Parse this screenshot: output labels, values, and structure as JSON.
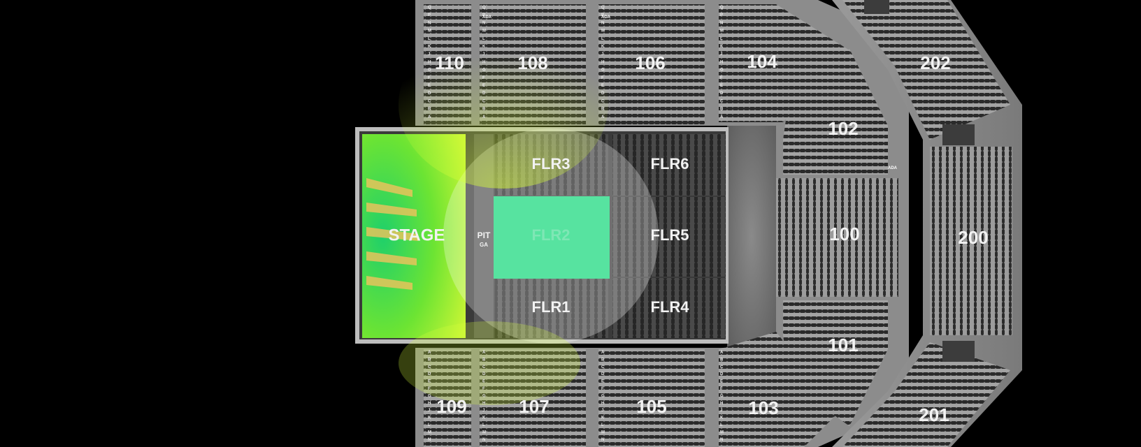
{
  "colors": {
    "background": "#000000",
    "concourse": "#8f8f8f",
    "seat_line": "#2b2b2b",
    "floor_bg": "#3a3a3a",
    "selected_section": "#57e3a0",
    "stage_glow": "#8cff2a",
    "label": "#f2f2f2"
  },
  "stage": {
    "label": "STAGE"
  },
  "pit": {
    "label": "PIT",
    "sublabel": "GA"
  },
  "floor_sections": [
    {
      "id": "flr3",
      "label": "FLR3"
    },
    {
      "id": "flr6",
      "label": "FLR6"
    },
    {
      "id": "flr2",
      "label": "FLR2",
      "selected": true
    },
    {
      "id": "flr5",
      "label": "FLR5"
    },
    {
      "id": "flr1",
      "label": "FLR1"
    },
    {
      "id": "flr4",
      "label": "FLR4"
    }
  ],
  "sections_100": [
    {
      "id": "110",
      "label": "110"
    },
    {
      "id": "108",
      "label": "108"
    },
    {
      "id": "106",
      "label": "106"
    },
    {
      "id": "104",
      "label": "104"
    },
    {
      "id": "102",
      "label": "102"
    },
    {
      "id": "100",
      "label": "100"
    },
    {
      "id": "101",
      "label": "101"
    },
    {
      "id": "103",
      "label": "103"
    },
    {
      "id": "105",
      "label": "105"
    },
    {
      "id": "107",
      "label": "107"
    },
    {
      "id": "109",
      "label": "109"
    }
  ],
  "sections_200": [
    {
      "id": "202",
      "label": "202"
    },
    {
      "id": "200",
      "label": "200"
    },
    {
      "id": "201",
      "label": "201"
    }
  ],
  "ada_label": "ADA",
  "row_letters_top": [
    "Q",
    "P",
    "N",
    "M",
    "L",
    "K",
    "J",
    "H",
    "G",
    "F",
    "E",
    "D",
    "C",
    "B",
    "A"
  ],
  "row_letters_bottom": [
    "A",
    "B",
    "C",
    "D",
    "E",
    "F",
    "G",
    "H",
    "J",
    "K",
    "L",
    "M",
    "N"
  ]
}
